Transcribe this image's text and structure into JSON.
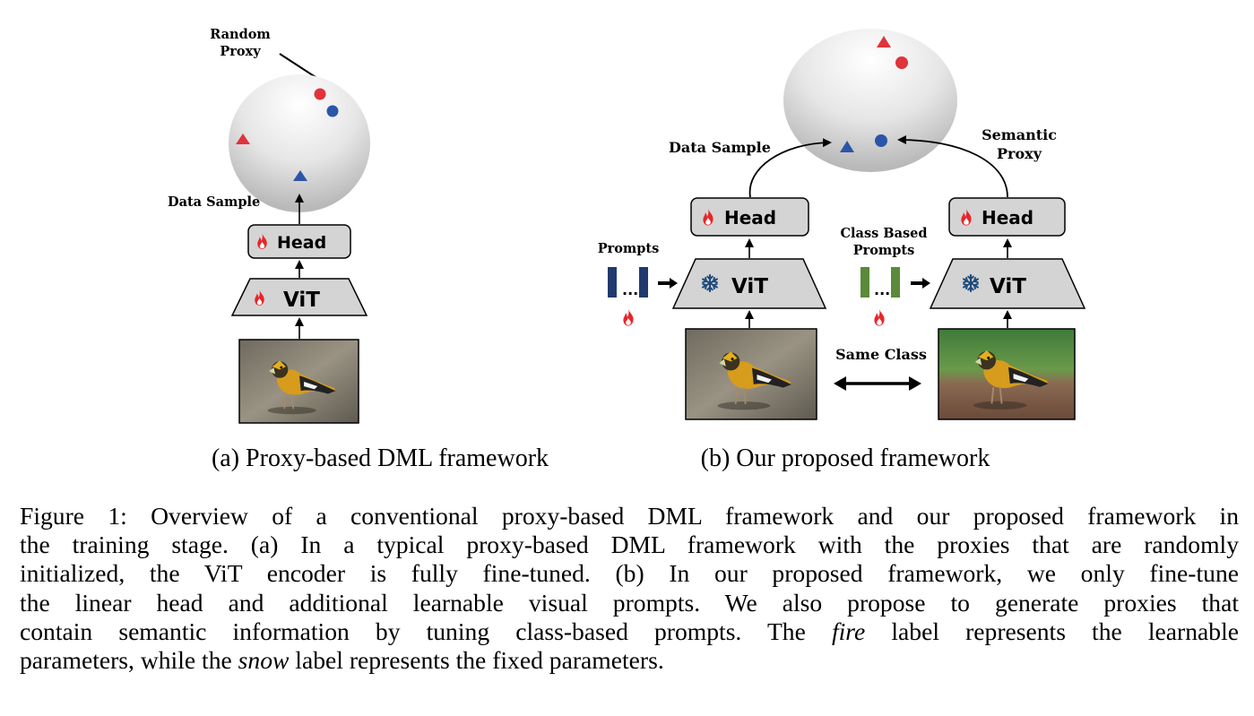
{
  "panel_a": {
    "random_proxy_label": [
      "Random",
      "Proxy"
    ],
    "data_sample_label": "Data Sample",
    "head_label": "Head",
    "vit_label": "ViT",
    "subcaption": "(a) Proxy-based DML framework"
  },
  "panel_b": {
    "data_sample_label": "Data Sample",
    "semantic_proxy_label": [
      "Semantic",
      "Proxy"
    ],
    "head_label_left": "Head",
    "head_label_right": "Head",
    "vit_label_left": "ViT",
    "vit_label_right": "ViT",
    "prompts_label": "Prompts",
    "class_prompts_label": [
      "Class Based",
      "Prompts"
    ],
    "same_class_label": "Same Class",
    "subcaption": "(b) Our proposed framework"
  },
  "icons": {
    "learnable": "fire-icon",
    "fixed": "snowflake-icon"
  },
  "colors": {
    "red_marker": "#e0333b",
    "blue_marker": "#2b55a8",
    "prompt_navy": "#1f3a6e",
    "prompt_green": "#5a8a3a",
    "fire": "#e8252a",
    "snow": "#1f4a7c",
    "box_fill": "#d4d4d4"
  },
  "caption": {
    "lines": [
      [
        "Figure 1: Overview of a conventional proxy-based DML framework and our proposed framework in"
      ],
      [
        "the training stage. (a) In a typical proxy-based DML framework with the proxies that are randomly"
      ],
      [
        "initialized, the ViT encoder is fully fine-tuned. (b) In our proposed framework, we only fine-tune"
      ],
      [
        "the linear head and additional learnable visual prompts. We also propose to generate proxies that"
      ],
      [
        "contain semantic information by tuning class-based prompts. The ",
        "fire",
        " label represents the learnable"
      ],
      [
        "parameters, while the ",
        "snow",
        " label represents the fixed parameters."
      ]
    ]
  }
}
